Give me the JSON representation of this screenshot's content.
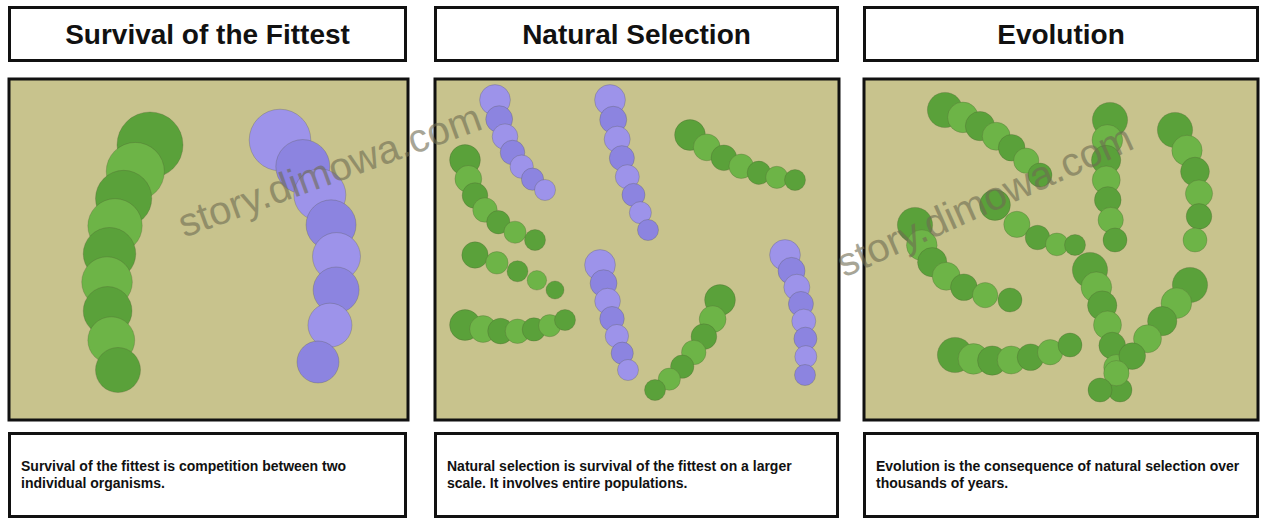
{
  "diagram": {
    "nodes": [
      {
        "text": [
          "Survival of the Fittest"
        ]
      },
      {
        "text": [
          "Natural Selection"
        ]
      },
      {
        "text": [
          "Evolution"
        ]
      },
      {
        "text": [
          "Survival of the fittest is competition between two individual organisms."
        ]
      },
      {
        "text": [
          "Natural selection is survival of the fittest on a larger scale. It involves entire populations."
        ]
      },
      {
        "text": [
          "Evolution is the consequence of natural selection over thousands of years."
        ]
      }
    ],
    "labels": [
      "story.dimowa.com",
      "story.dimowa.com"
    ]
  }
}
